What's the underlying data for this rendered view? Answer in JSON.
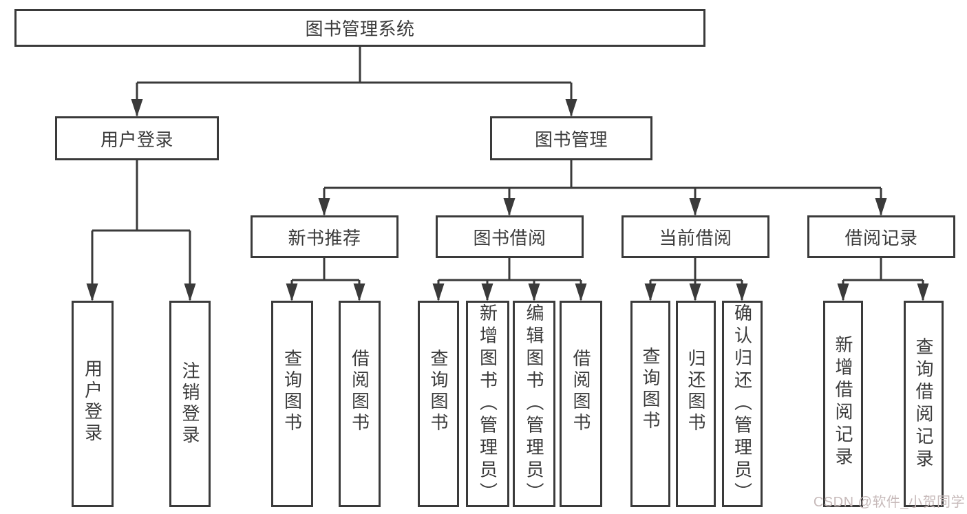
{
  "diagram": {
    "root": {
      "label": "图书管理系统"
    },
    "branches": [
      {
        "label": "用户登录",
        "children": [
          {
            "label": "用户登录"
          },
          {
            "label": "注销登录"
          }
        ]
      },
      {
        "label": "图书管理",
        "groups": [
          {
            "label": "新书推荐",
            "children": [
              {
                "label": "查询图书"
              },
              {
                "label": "借阅图书"
              }
            ]
          },
          {
            "label": "图书借阅",
            "children": [
              {
                "label": "查询图书"
              },
              {
                "label": "新增图书（管理员）"
              },
              {
                "label": "编辑图书（管理员）"
              },
              {
                "label": "借阅图书"
              }
            ]
          },
          {
            "label": "当前借阅",
            "children": [
              {
                "label": "查询图书"
              },
              {
                "label": "归还图书"
              },
              {
                "label": "确认归还（管理员）"
              }
            ]
          },
          {
            "label": "借阅记录",
            "children": [
              {
                "label": "新增借阅记录"
              },
              {
                "label": "查询借阅记录"
              }
            ]
          }
        ]
      }
    ]
  },
  "watermark": {
    "text": "CSDN @软件_小贺同学"
  },
  "colors": {
    "line": "#3a3a3a",
    "text": "#3b3b3b",
    "watermark": "#c7baba"
  }
}
